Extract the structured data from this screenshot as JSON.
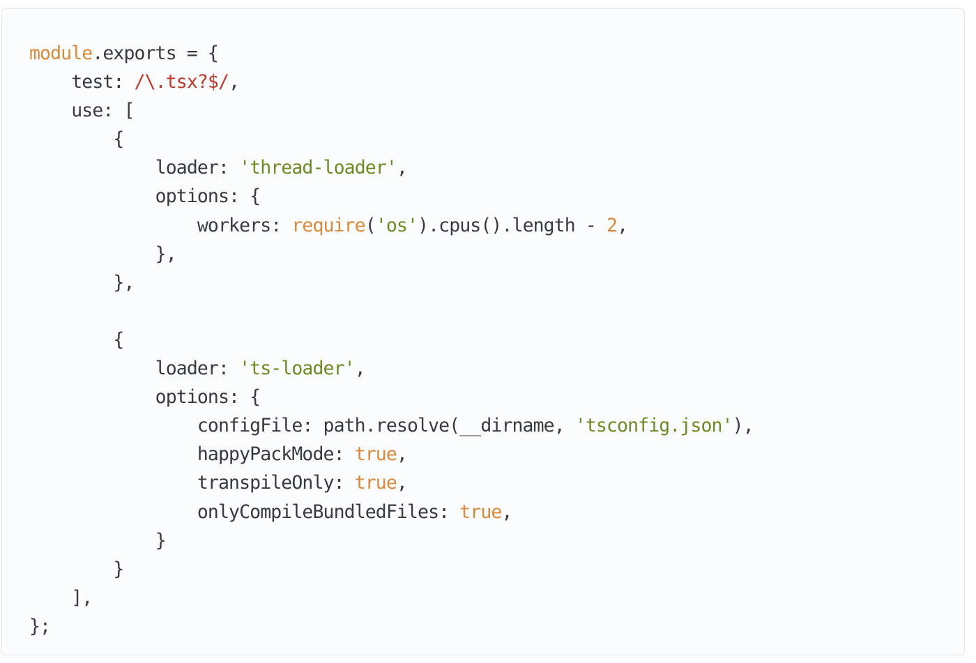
{
  "colors": {
    "background": "#fbfcfd",
    "border": "#e4e6ea",
    "plain": "#383a42",
    "keyword": "#d98a3a",
    "regex": "#c0392b",
    "string": "#6f8a21",
    "number": "#d98a3a"
  },
  "code_lines": [
    [
      {
        "t": "keyword",
        "v": "module"
      },
      {
        "t": "plain",
        "v": ".exports = {"
      }
    ],
    [
      {
        "t": "plain",
        "v": "    test: "
      },
      {
        "t": "regex",
        "v": "/\\.tsx?$/"
      },
      {
        "t": "plain",
        "v": ","
      }
    ],
    [
      {
        "t": "plain",
        "v": "    use: ["
      }
    ],
    [
      {
        "t": "plain",
        "v": "        {"
      }
    ],
    [
      {
        "t": "plain",
        "v": "            loader: "
      },
      {
        "t": "string",
        "v": "'thread-loader'"
      },
      {
        "t": "plain",
        "v": ","
      }
    ],
    [
      {
        "t": "plain",
        "v": "            options: {"
      }
    ],
    [
      {
        "t": "plain",
        "v": "                workers: "
      },
      {
        "t": "keyword",
        "v": "require"
      },
      {
        "t": "plain",
        "v": "("
      },
      {
        "t": "string",
        "v": "'os'"
      },
      {
        "t": "plain",
        "v": ").cpus().length - "
      },
      {
        "t": "number",
        "v": "2"
      },
      {
        "t": "plain",
        "v": ","
      }
    ],
    [
      {
        "t": "plain",
        "v": "            },"
      }
    ],
    [
      {
        "t": "plain",
        "v": "        },"
      }
    ],
    [],
    [
      {
        "t": "plain",
        "v": "        {"
      }
    ],
    [
      {
        "t": "plain",
        "v": "            loader: "
      },
      {
        "t": "string",
        "v": "'ts-loader'"
      },
      {
        "t": "plain",
        "v": ","
      }
    ],
    [
      {
        "t": "plain",
        "v": "            options: {"
      }
    ],
    [
      {
        "t": "plain",
        "v": "                configFile: path.resolve(__dirname, "
      },
      {
        "t": "string",
        "v": "'tsconfig.json'"
      },
      {
        "t": "plain",
        "v": "),"
      }
    ],
    [
      {
        "t": "plain",
        "v": "                happyPackMode: "
      },
      {
        "t": "keyword",
        "v": "true"
      },
      {
        "t": "plain",
        "v": ","
      }
    ],
    [
      {
        "t": "plain",
        "v": "                transpileOnly: "
      },
      {
        "t": "keyword",
        "v": "true"
      },
      {
        "t": "plain",
        "v": ","
      }
    ],
    [
      {
        "t": "plain",
        "v": "                onlyCompileBundledFiles: "
      },
      {
        "t": "keyword",
        "v": "true"
      },
      {
        "t": "plain",
        "v": ","
      }
    ],
    [
      {
        "t": "plain",
        "v": "            }"
      }
    ],
    [
      {
        "t": "plain",
        "v": "        }"
      }
    ],
    [
      {
        "t": "plain",
        "v": "    ],"
      }
    ],
    [
      {
        "t": "plain",
        "v": "};"
      }
    ]
  ]
}
